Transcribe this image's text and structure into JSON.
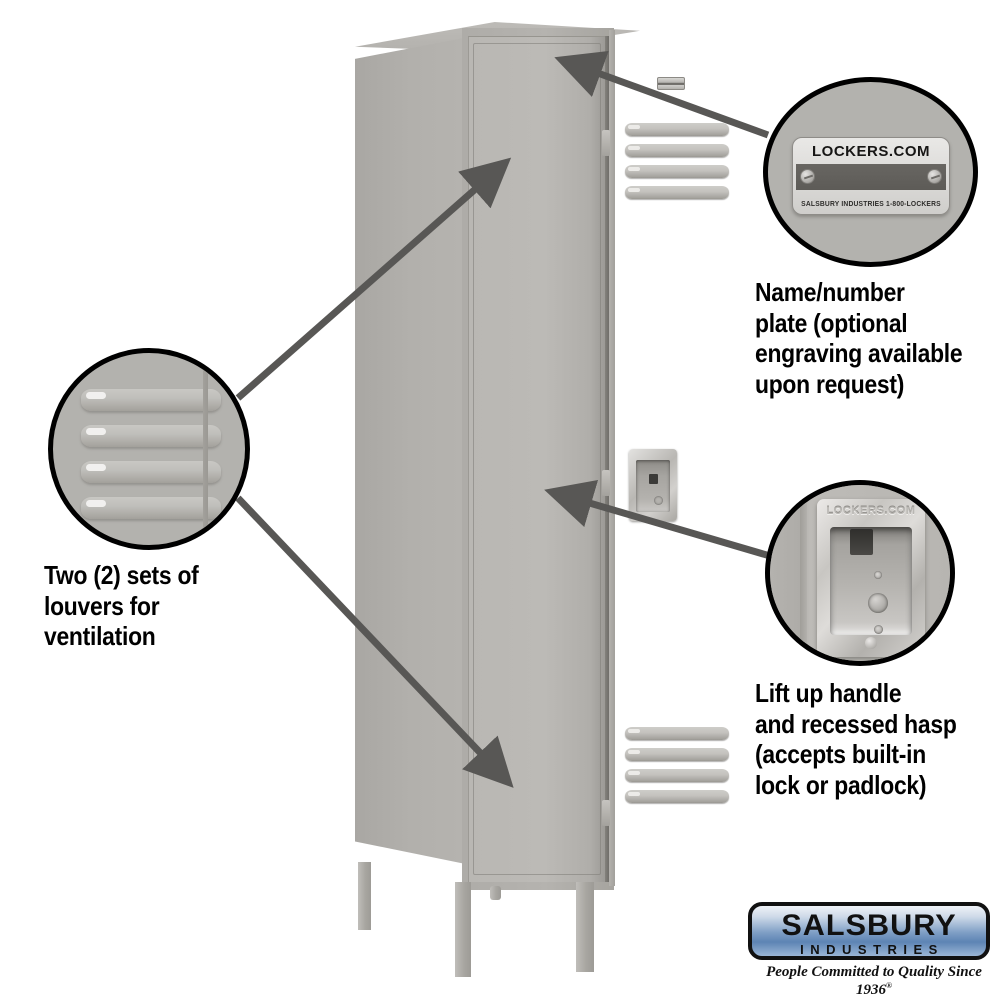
{
  "page": {
    "title": "Salsbury Industries single tier standard metal locker feature diagram",
    "background": "#ffffff",
    "arrow_color": "#585755",
    "locker_color": "#b3b1ad",
    "circle_border_color": "#000000"
  },
  "product": {
    "body_label": "single tier metal locker",
    "door_label": "locker door",
    "leg_label": "locker leg"
  },
  "callouts": [
    {
      "id": "louvers",
      "caption": "Two (2) sets of\nlouvers for\nventilation",
      "detail": "four horizontal stamped louver slats",
      "louver_count": 4,
      "position": "left"
    },
    {
      "id": "name-plate",
      "caption": "Name/number\nplate (optional\nengraving available\nupon request)",
      "plate_top_text": "LOCKERS.COM",
      "plate_bottom_text": "SALSBURY INDUSTRIES    1-800-LOCKERS",
      "position": "top-right"
    },
    {
      "id": "handle",
      "caption": "Lift up handle\nand recessed hasp\n(accepts built-in\nlock or padlock)",
      "handle_emboss_text": "LOCKERS.COM",
      "position": "bottom-right"
    }
  ],
  "logo": {
    "brand": "SALSBURY",
    "brand_sub": "INDUSTRIES",
    "tagline": "People Committed to Quality Since 1936",
    "registered_mark": "®",
    "pill_color": "#7d9dc4"
  }
}
